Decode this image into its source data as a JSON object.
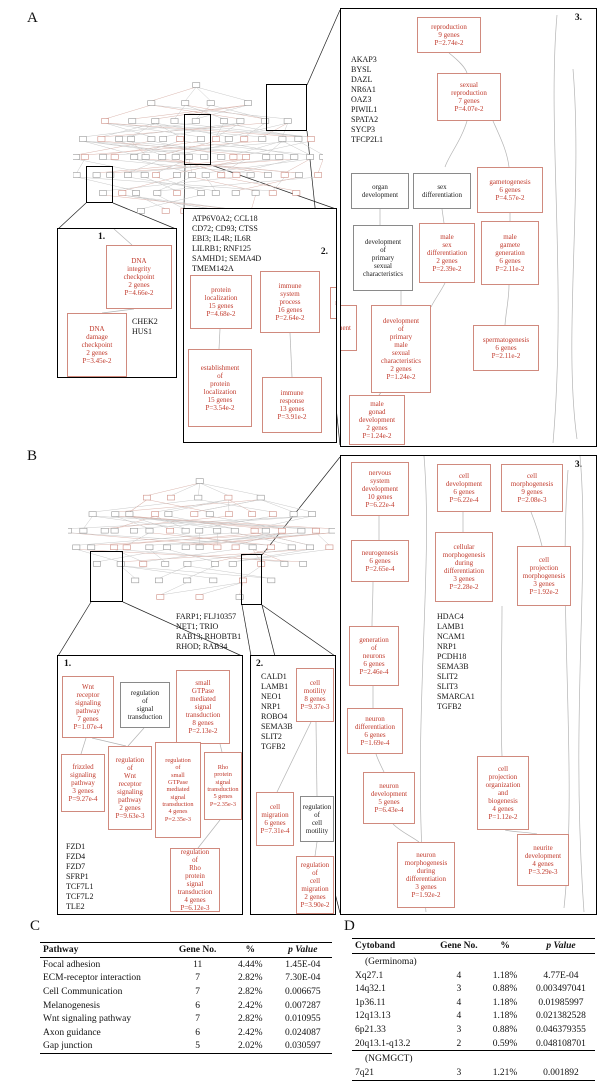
{
  "figure": {
    "panelA": {
      "label": "A",
      "inset1": {
        "label": "1.",
        "dna_integrity": "DNA\nintegrity\ncheckpoint\n2 genes\nP=4.66e-2",
        "genes": "CHEK2\nHUS1",
        "dna_damage": "DNA\ndamage\ncheckpoint\n2 genes\nP=3.45e-2"
      },
      "inset2": {
        "label": "2.",
        "gene_list": "ATP6V0A2; CCL18\nCD72; CD93; CTSS\nEBI3; IL4R; IL6R\nLILRB1; RNF125\nSAMHD1; SEMA4D\nTMEM142A",
        "protein_localization": "protein\nlocalization\n15 genes\nP=4.68e-2",
        "immune_system_process": "immune\nsystem\nprocess\n16 genes\nP=2.64e-2",
        "partial_right": "m",
        "establishment_protein_localization": "establishment\nof\nprotein\nlocalization\n15 genes\nP=3.54e-2",
        "immune_response": "immune\nresponse\n13 genes\nP=3.91e-2"
      },
      "inset3": {
        "label": "3.",
        "gene_list": "AKAP3\nBYSL\nDAZL\nNR6A1\nOAZ3\nPIWIL1\nSPATA2\nSYCP3\nTFCP2L1",
        "reproduction": "reproduction\n9 genes\nP=2.74e-2",
        "sexual_reproduction": "sexual\nreproduction\n7 genes\nP=4.07e-2",
        "organ_development": "organ\ndevelopment",
        "sex_differentiation": "sex\ndifferentiation",
        "gametogenesis": "gametogenesis\n6 genes\nP=4.57e-2",
        "development_primary_sexual": "development\nof\nprimary\nsexual\ncharacteristics",
        "male_sex_differentiation": "male\nsex\ndifferentiation\n2 genes\nP=2.39e-2",
        "male_gamete_generation": "male\ngamete\ngeneration\n6 genes\nP=2.11e-2",
        "development_primary_male": "development\nof\nprimary\nmale\nsexual\ncharacteristics\n2 genes\nP=1.24e-2",
        "spermatogenesis": "spermatogenesis\n6 genes\nP=2.11e-2",
        "male_gonad_development": "male\ngonad\ndevelopment\n2 genes\nP=1.24e-2",
        "partial_left": "ment"
      }
    },
    "panelB": {
      "label": "B",
      "gene_list_top": "FARP1; FLJ10357\nNET1; TRIO\nRAB13; RHOBTB1\nRHOD; RAB34",
      "inset1": {
        "label": "1.",
        "wnt_receptor": "Wnt\nreceptor\nsignaling\npathway\n7 genes\nP=1.07e-4",
        "regulation_signal_transduction": "regulation\nof\nsignal\ntransduction",
        "small_gtpase": "small\nGTPase\nmediated\nsignal\ntransduction\n8 genes\nP=2.13e-2",
        "frizzled": "frizzled\nsignaling\npathway\n3 genes\nP=9.27e-4",
        "regulation_wnt": "regulation\nof\nWnt\nreceptor\nsignaling\npathway\n2 genes\nP=9.63e-3",
        "regulation_small_gtpase": "regulation\nof\nsmall\nGTPase\nmediated\nsignal\ntransduction\n4 genes\nP=2.35e-3",
        "rho_protein": "Rho\nprotein\nsignal\ntransduction\n5 genes\nP=2.35e-3",
        "gene_list": "FZD1\nFZD4\nFZD7\nSFRP1\nTCF7L1\nTCF7L2\nTLE2",
        "regulation_rho": "regulation\nof\nRho\nprotein\nsignal\ntransduction\n4 genes\nP=6.12e-3"
      },
      "inset2": {
        "label": "2.",
        "gene_list": "CALD1\nLAMB1\nNEO1\nNRP1\nROBO4\nSEMA3B\nSLIT2\nTGFB2",
        "cell_motility": "cell\nmotility\n8 genes\nP=9.37e-3",
        "cell_migration": "cell\nmigration\n6 genes\nP=7.31e-4",
        "regulation_cell_motility": "regulation\nof\ncell\nmotility",
        "regulation_cell_migration": "regulation\nof\ncell\nmigration\n2 genes\nP=3.90e-2"
      },
      "inset3": {
        "label": "3.",
        "nervous_system_development": "nervous\nsystem\ndevelopment\n10 genes\nP=6.22e-4",
        "cell_development": "cell\ndevelopment\n6 genes\nP=6.22e-4",
        "cell_morphogenesis": "cell\nmorphogenesis\n9 genes\nP=2.08e-3",
        "neurogenesis": "neurogenesis\n6 genes\nP=2.65e-4",
        "cellular_morphogenesis": "cellular\nmorphogenesis\nduring\ndifferentiation\n3 genes\nP=2.28e-2",
        "cell_projection_morphogenesis": "cell\nprojection\nmorphogenesis\n3 genes\nP=1.92e-2",
        "gene_list": "HDAC4\nLAMB1\nNCAM1\nNRP1\nPCDH18\nSEMA3B\nSLIT2\nSLIT3\nSMARCA1\nTGFB2",
        "generation_of_neurons": "generation\nof\nneurons\n6 genes\nP=2.46e-4",
        "neuron_differentiation": "neuron\ndifferentiation\n6 genes\nP=1.69e-4",
        "neuron_development": "neuron\ndevelopment\n5 genes\nP=6.43e-4",
        "cell_projection_organization": "cell\nprojection\norganization\nand\nbiogenesis\n4 genes\nP=1.12e-2",
        "neuron_morphogenesis": "neuron\nmorphogenesis\nduring\ndifferentiation\n3 genes\nP=1.92e-2",
        "neurite_development": "neurite\ndevelopment\n4 genes\nP=3.29e-3"
      }
    },
    "panelC": {
      "label": "C",
      "headers": [
        "Pathway",
        "Gene No.",
        "%",
        "p Value"
      ],
      "rows": [
        [
          "Focal adhesion",
          "11",
          "4.44%",
          "1.45E-04"
        ],
        [
          "ECM-receptor interaction",
          "7",
          "2.82%",
          "7.30E-04"
        ],
        [
          "Cell Communication",
          "7",
          "2.82%",
          "0.006675"
        ],
        [
          "Melanogenesis",
          "6",
          "2.42%",
          "0.007287"
        ],
        [
          "Wnt signaling pathway",
          "7",
          "2.82%",
          "0.010955"
        ],
        [
          "Axon guidance",
          "6",
          "2.42%",
          "0.024087"
        ],
        [
          "Gap junction",
          "5",
          "2.02%",
          "0.030597"
        ]
      ]
    },
    "panelD": {
      "label": "D",
      "headers": [
        "Cytoband",
        "Gene No.",
        "%",
        "p Value"
      ],
      "rows": [
        [
          "(Germinoma)"
        ],
        [
          "Xq27.1",
          "4",
          "1.18%",
          "4.77E-04"
        ],
        [
          "14q32.1",
          "3",
          "0.88%",
          "0.003497041"
        ],
        [
          "1p36.11",
          "4",
          "1.18%",
          "0.01985997"
        ],
        [
          "12q13.13",
          "4",
          "1.18%",
          "0.021382528"
        ],
        [
          "6p21.33",
          "3",
          "0.88%",
          "0.046379355"
        ],
        [
          "20q13.1-q13.2",
          "2",
          "0.59%",
          "0.048108701"
        ],
        [
          "(NGMGCT)"
        ],
        [
          "7q21",
          "3",
          "1.21%",
          "0.001892"
        ]
      ]
    }
  }
}
